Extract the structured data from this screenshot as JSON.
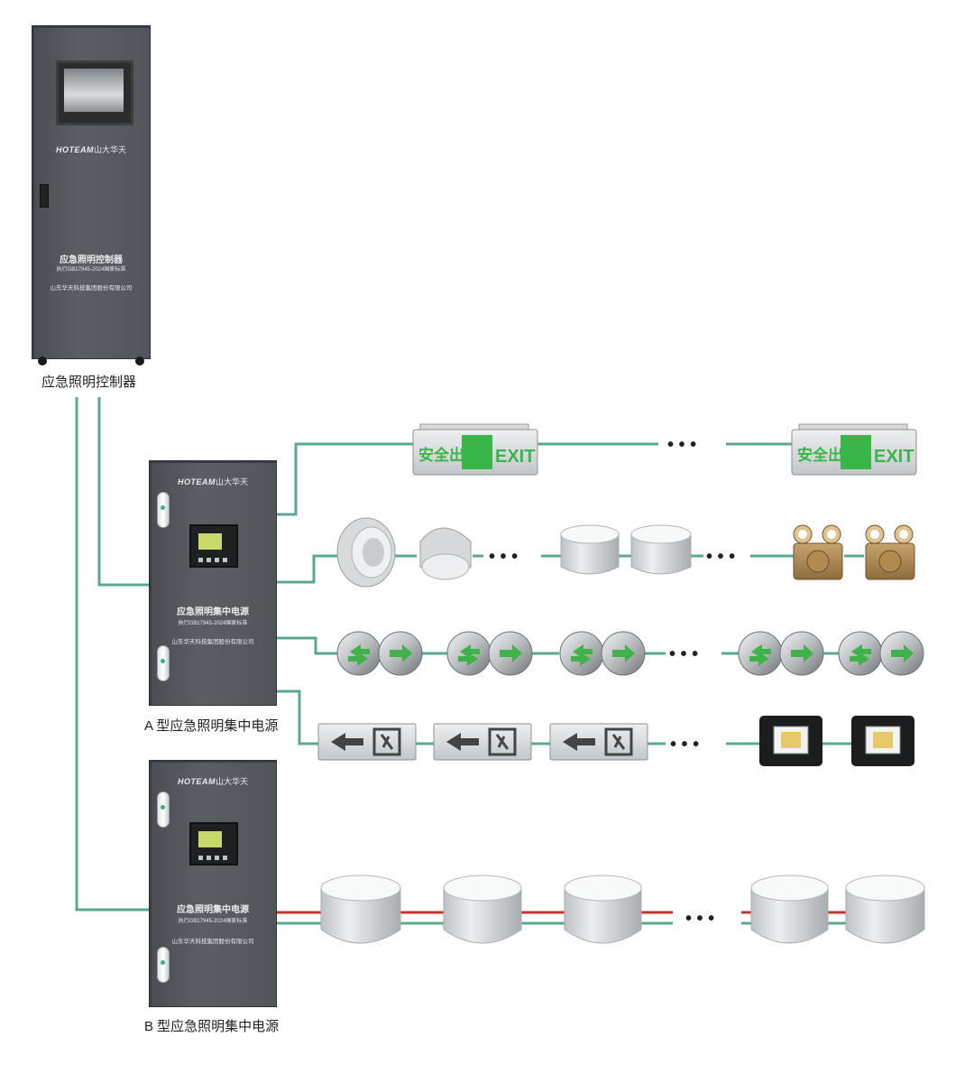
{
  "controller": {
    "label": "应急照明控制器",
    "brand": "HOTEAM",
    "brand_cn": "山大华天",
    "panel_title": "应急照明控制器",
    "panel_standard": "执行GB17945-2024国家标准",
    "panel_company": "山东华天科技集团股份有限公司"
  },
  "supply_a": {
    "label": "A 型应急照明集中电源",
    "brand": "HOTEAM",
    "brand_cn": "山大华天",
    "panel_title": "应急照明集中电源",
    "panel_standard": "执行GB17945-2024国家标准",
    "panel_company": "山东华天科技集团股份有限公司"
  },
  "supply_b": {
    "label": "B 型应急照明集中电源",
    "brand": "HOTEAM",
    "brand_cn": "山大华天",
    "panel_title": "应急照明集中电源",
    "panel_standard": "执行GB17945-2024国家标准",
    "panel_company": "山东华天科技集团股份有限公司"
  },
  "fixtures": {
    "exit_sign_cn": "安全出口",
    "exit_sign_en": "EXIT",
    "ellipsis": "• • •"
  },
  "colors": {
    "bus_green": "#5aa890",
    "bus_red": "#c8322c",
    "cabinet": "#55595e",
    "arrow_green": "#3fb24a",
    "sign_green": "#39b54a"
  },
  "icons": [
    "exit-sign-icon",
    "downlight-icon",
    "twin-head-emergency-light-icon",
    "floor-indicator-icon",
    "direction-sign-icon",
    "floodlight-icon"
  ]
}
